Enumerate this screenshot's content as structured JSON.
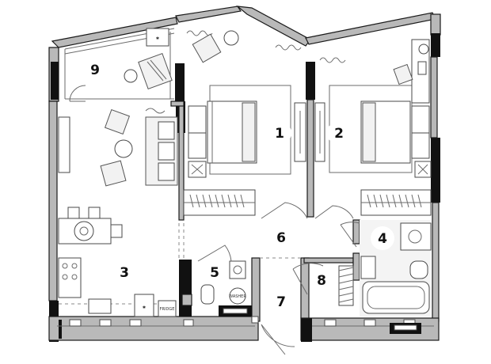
{
  "floor_plan": {
    "rooms": [
      {
        "id": "room-1",
        "label": "1"
      },
      {
        "id": "room-2",
        "label": "2"
      },
      {
        "id": "room-3",
        "label": "3"
      },
      {
        "id": "room-4",
        "label": "4"
      },
      {
        "id": "room-5",
        "label": "5"
      },
      {
        "id": "room-6",
        "label": "6"
      },
      {
        "id": "room-7",
        "label": "7"
      },
      {
        "id": "room-8",
        "label": "8"
      },
      {
        "id": "room-9",
        "label": "9"
      }
    ],
    "appliance_labels": {
      "washer": "WASHER",
      "fridge": "FRIDGE"
    },
    "colors": {
      "wall": "#b9b9b9",
      "wall_outline": "#1a1a1a",
      "structural": "#111111",
      "background": "#ffffff"
    }
  }
}
